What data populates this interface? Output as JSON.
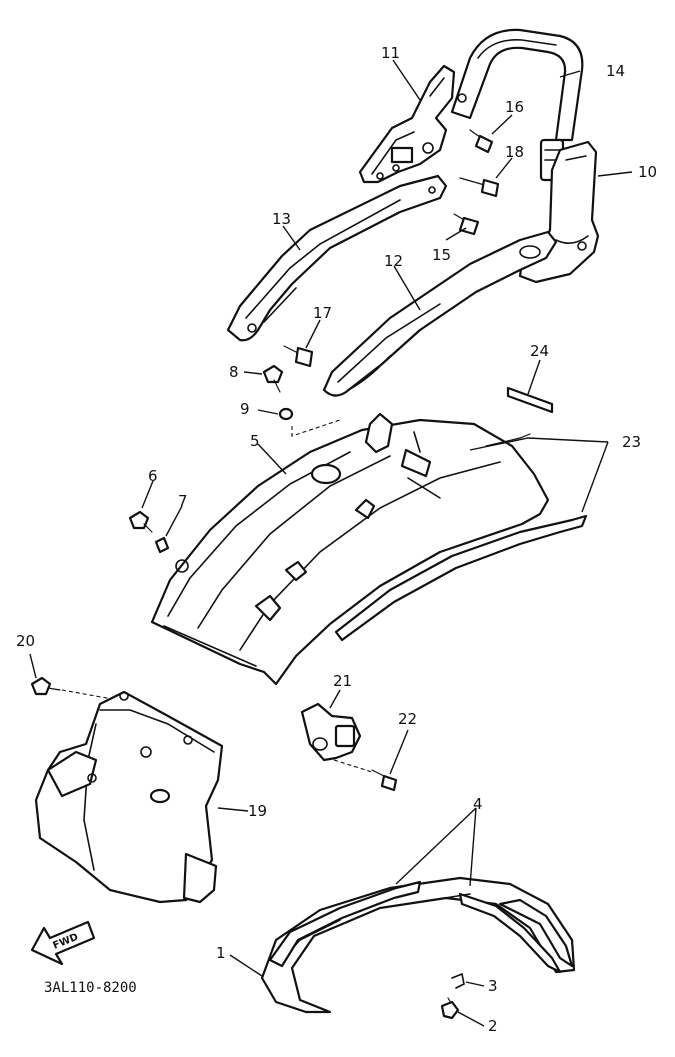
{
  "diagram": {
    "code": "3AL110-8200",
    "fwd_label": "FWD",
    "callouts": [
      {
        "id": "c1",
        "label": "1"
      },
      {
        "id": "c2",
        "label": "2"
      },
      {
        "id": "c3",
        "label": "3"
      },
      {
        "id": "c4",
        "label": "4"
      },
      {
        "id": "c5",
        "label": "5"
      },
      {
        "id": "c6",
        "label": "6"
      },
      {
        "id": "c7",
        "label": "7"
      },
      {
        "id": "c8",
        "label": "8"
      },
      {
        "id": "c9",
        "label": "9"
      },
      {
        "id": "c10",
        "label": "10"
      },
      {
        "id": "c11",
        "label": "11"
      },
      {
        "id": "c12",
        "label": "12"
      },
      {
        "id": "c13",
        "label": "13"
      },
      {
        "id": "c14",
        "label": "14"
      },
      {
        "id": "c15",
        "label": "15"
      },
      {
        "id": "c16",
        "label": "16"
      },
      {
        "id": "c17",
        "label": "17"
      },
      {
        "id": "c18",
        "label": "18"
      },
      {
        "id": "c19",
        "label": "19"
      },
      {
        "id": "c20",
        "label": "20"
      },
      {
        "id": "c21",
        "label": "21"
      },
      {
        "id": "c22",
        "label": "22"
      },
      {
        "id": "c23",
        "label": "23"
      },
      {
        "id": "c24",
        "label": "24"
      }
    ]
  }
}
